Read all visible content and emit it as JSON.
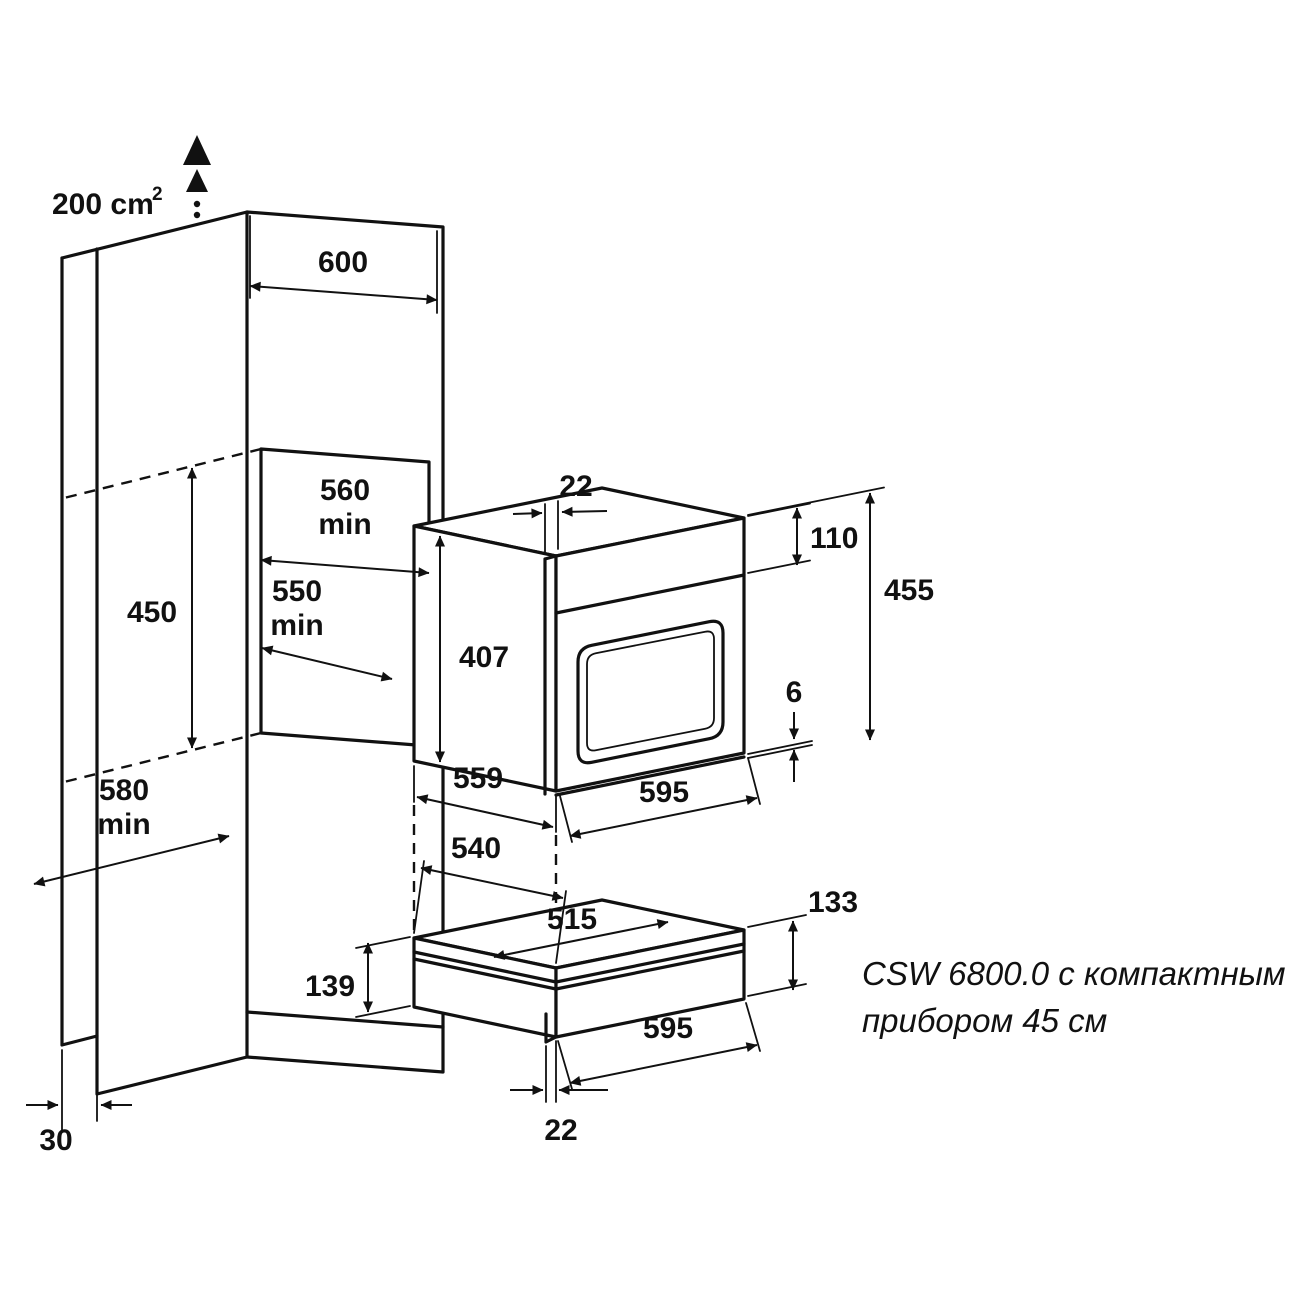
{
  "diagram": {
    "vent": {
      "area": "200 cm",
      "area_sup": "2"
    },
    "caption": {
      "line1": "CSW 6800.0 с компактным",
      "line2": "прибором 45 см"
    },
    "dims": {
      "cabinet_width": "600",
      "niche_width": "560",
      "niche_width_min": "min",
      "niche_depth": "550",
      "niche_depth_min": "min",
      "niche_height": "450",
      "cabinet_depth": "580",
      "cabinet_depth_min": "min",
      "plinth_recess": "30",
      "oven_door_overhang": "22",
      "oven_panel_height": "110",
      "oven_height": "455",
      "oven_body_height": "407",
      "bottom_gap": "6",
      "oven_body_depth": "559",
      "oven_width": "595",
      "drawer_depth": "540",
      "drawer_inner_width": "515",
      "drawer_height": "133",
      "drawer_front_height": "139",
      "drawer_width": "595",
      "drawer_front_overhang": "22"
    },
    "colors": {
      "ink": "#111111",
      "background": "#ffffff"
    }
  }
}
